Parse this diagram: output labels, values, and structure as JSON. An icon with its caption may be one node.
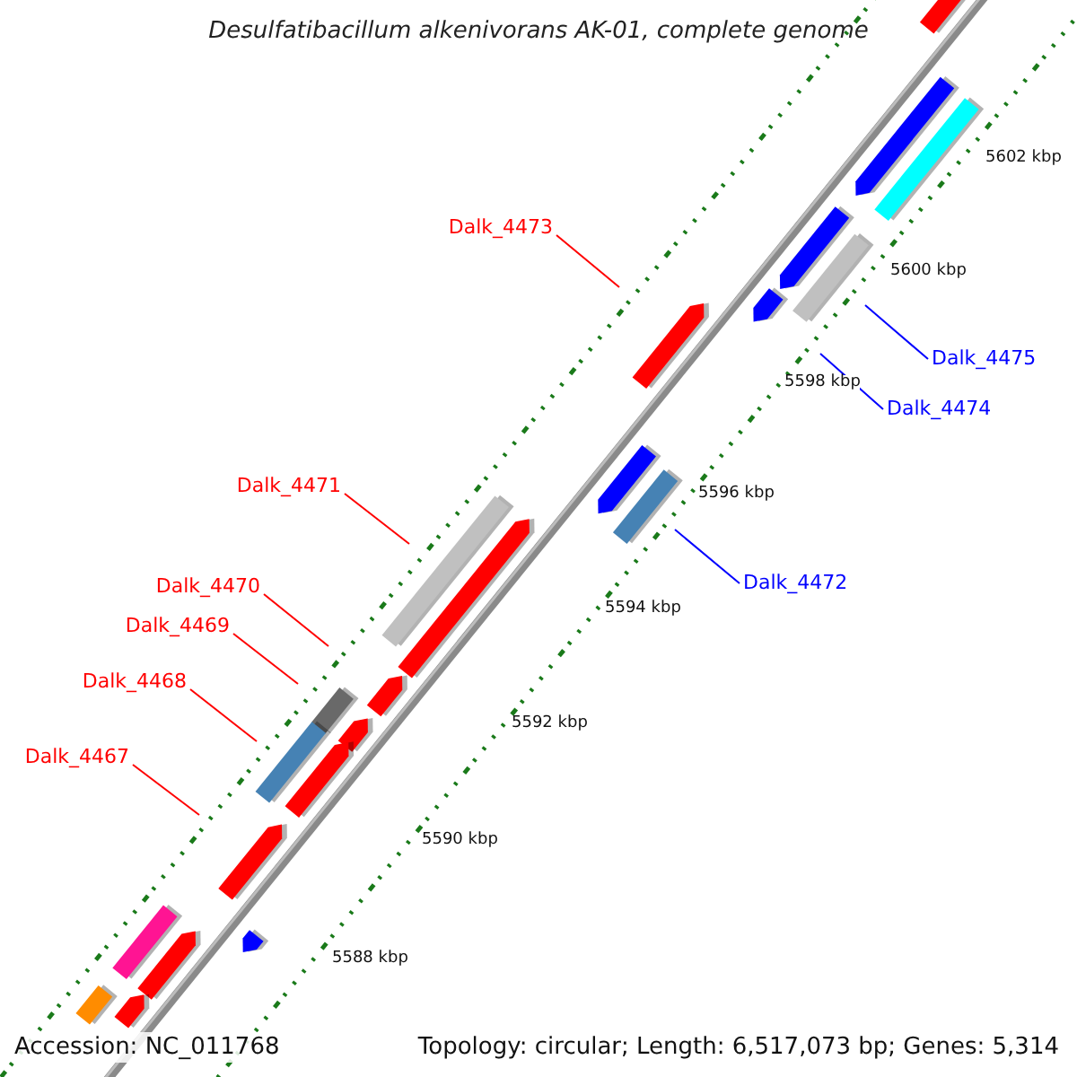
{
  "diagram": {
    "title": "Desulfatibacillum alkenivorans AK-01, complete genome",
    "nodes": [
      {
        "text": [
          "Dalk_4473"
        ]
      },
      {
        "text": [
          "Dalk_4475"
        ]
      },
      {
        "text": [
          "Dalk_4474"
        ]
      },
      {
        "text": [
          "Dalk_4471"
        ]
      },
      {
        "text": [
          "Dalk_4472"
        ]
      },
      {
        "text": [
          "Dalk_4470"
        ]
      },
      {
        "text": [
          "Dalk_4469"
        ]
      },
      {
        "text": [
          "Dalk_4468"
        ]
      },
      {
        "text": [
          "Dalk_4467"
        ]
      }
    ],
    "edges": [
      {
        "from": 0,
        "to": null,
        "arrow": "none"
      },
      {
        "from": 1,
        "to": null,
        "arrow": "none",
        "color": "#0000ff"
      },
      {
        "from": 2,
        "to": null,
        "arrow": "none",
        "color": "#0000ff"
      },
      {
        "from": 3,
        "to": null,
        "arrow": "none"
      },
      {
        "from": 4,
        "to": null,
        "arrow": "none",
        "color": "#0000ff"
      },
      {
        "from": 5,
        "to": null,
        "arrow": "none"
      },
      {
        "from": 6,
        "to": null,
        "arrow": "none"
      },
      {
        "from": 7,
        "to": null,
        "arrow": "none"
      },
      {
        "from": 8,
        "to": null,
        "arrow": "none"
      }
    ],
    "labels": [
      "5602 kbp",
      "5600 kbp",
      "5598 kbp",
      "5596 kbp",
      "5594 kbp",
      "5592 kbp",
      "5590 kbp",
      "5588 kbp",
      "Accession: NC_011768",
      "Topology: circular; Length: 6,517,073 bp; Genes: 5,314"
    ]
  }
}
